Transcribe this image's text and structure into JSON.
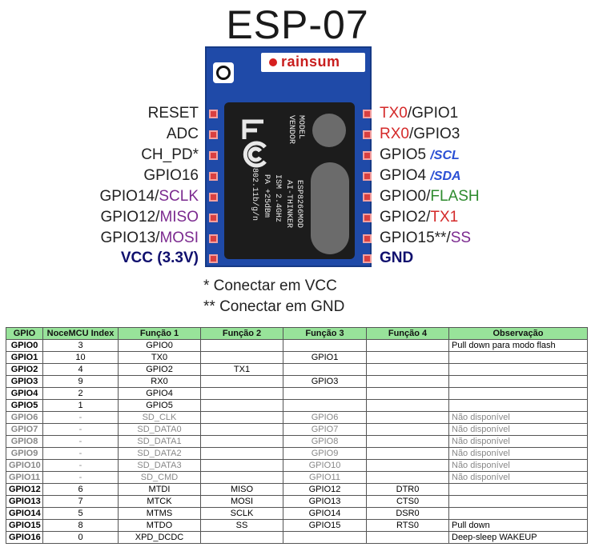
{
  "title": "ESP-07",
  "brand": "rainsum",
  "module_text": {
    "model": "MODEL",
    "vendor": "VENDOR",
    "fcc": "FC",
    "col1": "ESP8266MOD",
    "col2": "AI-THINKER",
    "col3": "ISM 2.4GHz",
    "col4": "PA +25dBm",
    "col5": "802.11b/g/n"
  },
  "left_pins": [
    {
      "main": "RESET",
      "alt": "",
      "alt_color": ""
    },
    {
      "main": "ADC",
      "alt": "",
      "alt_color": ""
    },
    {
      "main": "CH_PD*",
      "alt": "",
      "alt_color": ""
    },
    {
      "main": "GPIO16",
      "alt": "",
      "alt_color": ""
    },
    {
      "main": "GPIO14/",
      "alt": "SCLK",
      "alt_color": "#7b2a8f"
    },
    {
      "main": "GPIO12/",
      "alt": "MISO",
      "alt_color": "#7b2a8f"
    },
    {
      "main": "GPIO13/",
      "alt": "MOSI",
      "alt_color": "#7b2a8f"
    },
    {
      "main": "VCC (3.3V)",
      "alt": "",
      "alt_color": "",
      "bold": true
    }
  ],
  "right_pins": [
    {
      "pre": "TX0",
      "pre_color": "#d42a2a",
      "main": "/GPIO1",
      "alt": "",
      "alt_color": ""
    },
    {
      "pre": "RX0",
      "pre_color": "#d42a2a",
      "main": "/GPIO3",
      "alt": "",
      "alt_color": ""
    },
    {
      "pre": "",
      "pre_color": "",
      "main": "GPIO5 ",
      "alt": "/SCL",
      "alt_color": "#2a4fd4",
      "alt_italic": true
    },
    {
      "pre": "",
      "pre_color": "",
      "main": "GPIO4 ",
      "alt": "/SDA",
      "alt_color": "#2a4fd4",
      "alt_italic": true
    },
    {
      "pre": "",
      "pre_color": "",
      "main": "GPIO0/",
      "alt": "FLASH",
      "alt_color": "#2e8b2e"
    },
    {
      "pre": "",
      "pre_color": "",
      "main": "GPIO2/",
      "alt": "TX1",
      "alt_color": "#d42a2a"
    },
    {
      "pre": "",
      "pre_color": "",
      "main": "GPIO15**/",
      "alt": "SS",
      "alt_color": "#7b2a8f"
    },
    {
      "pre": "",
      "pre_color": "",
      "main": "GND",
      "alt": "",
      "alt_color": "",
      "bold": true
    }
  ],
  "notes": [
    "* Conectar em VCC",
    "** Conectar em GND"
  ],
  "table": {
    "headers": [
      "GPIO",
      "NoceMCU Index",
      "Função 1",
      "Função 2",
      "Função 3",
      "Função 4",
      "Observação"
    ],
    "rows": [
      [
        "GPIO0",
        "3",
        "GPIO0",
        "",
        "",
        "",
        "Pull down para modo flash"
      ],
      [
        "GPIO1",
        "10",
        "TX0",
        "",
        "GPIO1",
        "",
        ""
      ],
      [
        "GPIO2",
        "4",
        "GPIO2",
        "TX1",
        "",
        "",
        ""
      ],
      [
        "GPIO3",
        "9",
        "RX0",
        "",
        "GPIO3",
        "",
        ""
      ],
      [
        "GPIO4",
        "2",
        "GPIO4",
        "",
        "",
        "",
        ""
      ],
      [
        "GPIO5",
        "1",
        "GPIO5",
        "",
        "",
        "",
        ""
      ],
      [
        "GPIO6",
        "-",
        "SD_CLK",
        "",
        "GPIO6",
        "",
        "Não disponível"
      ],
      [
        "GPIO7",
        "-",
        "SD_DATA0",
        "",
        "GPIO7",
        "",
        "Não disponível"
      ],
      [
        "GPIO8",
        "-",
        "SD_DATA1",
        "",
        "GPIO8",
        "",
        "Não disponível"
      ],
      [
        "GPIO9",
        "-",
        "SD_DATA2",
        "",
        "GPIO9",
        "",
        "Não disponível"
      ],
      [
        "GPIO10",
        "-",
        "SD_DATA3",
        "",
        "GPIO10",
        "",
        "Não disponível"
      ],
      [
        "GPIO11",
        "-",
        "SD_CMD",
        "",
        "GPIO11",
        "",
        "Não disponível"
      ],
      [
        "GPIO12",
        "6",
        "MTDI",
        "MISO",
        "GPIO12",
        "DTR0",
        ""
      ],
      [
        "GPIO13",
        "7",
        "MTCK",
        "MOSI",
        "GPIO13",
        "CTS0",
        ""
      ],
      [
        "GPIO14",
        "5",
        "MTMS",
        "SCLK",
        "GPIO14",
        "DSR0",
        ""
      ],
      [
        "GPIO15",
        "8",
        "MTDO",
        "SS",
        "GPIO15",
        "RTS0",
        "Pull down"
      ],
      [
        "GPIO16",
        "0",
        "XPD_DCDC",
        "",
        "",
        "",
        "Deep-sleep WAKEUP"
      ]
    ],
    "unavailable_rows": [
      "GPIO6",
      "GPIO7",
      "GPIO8",
      "GPIO9",
      "GPIO10",
      "GPIO11"
    ]
  },
  "colors": {
    "board": "#1f4aa8",
    "header_bg": "#98e39a",
    "pad": "#d94040"
  }
}
